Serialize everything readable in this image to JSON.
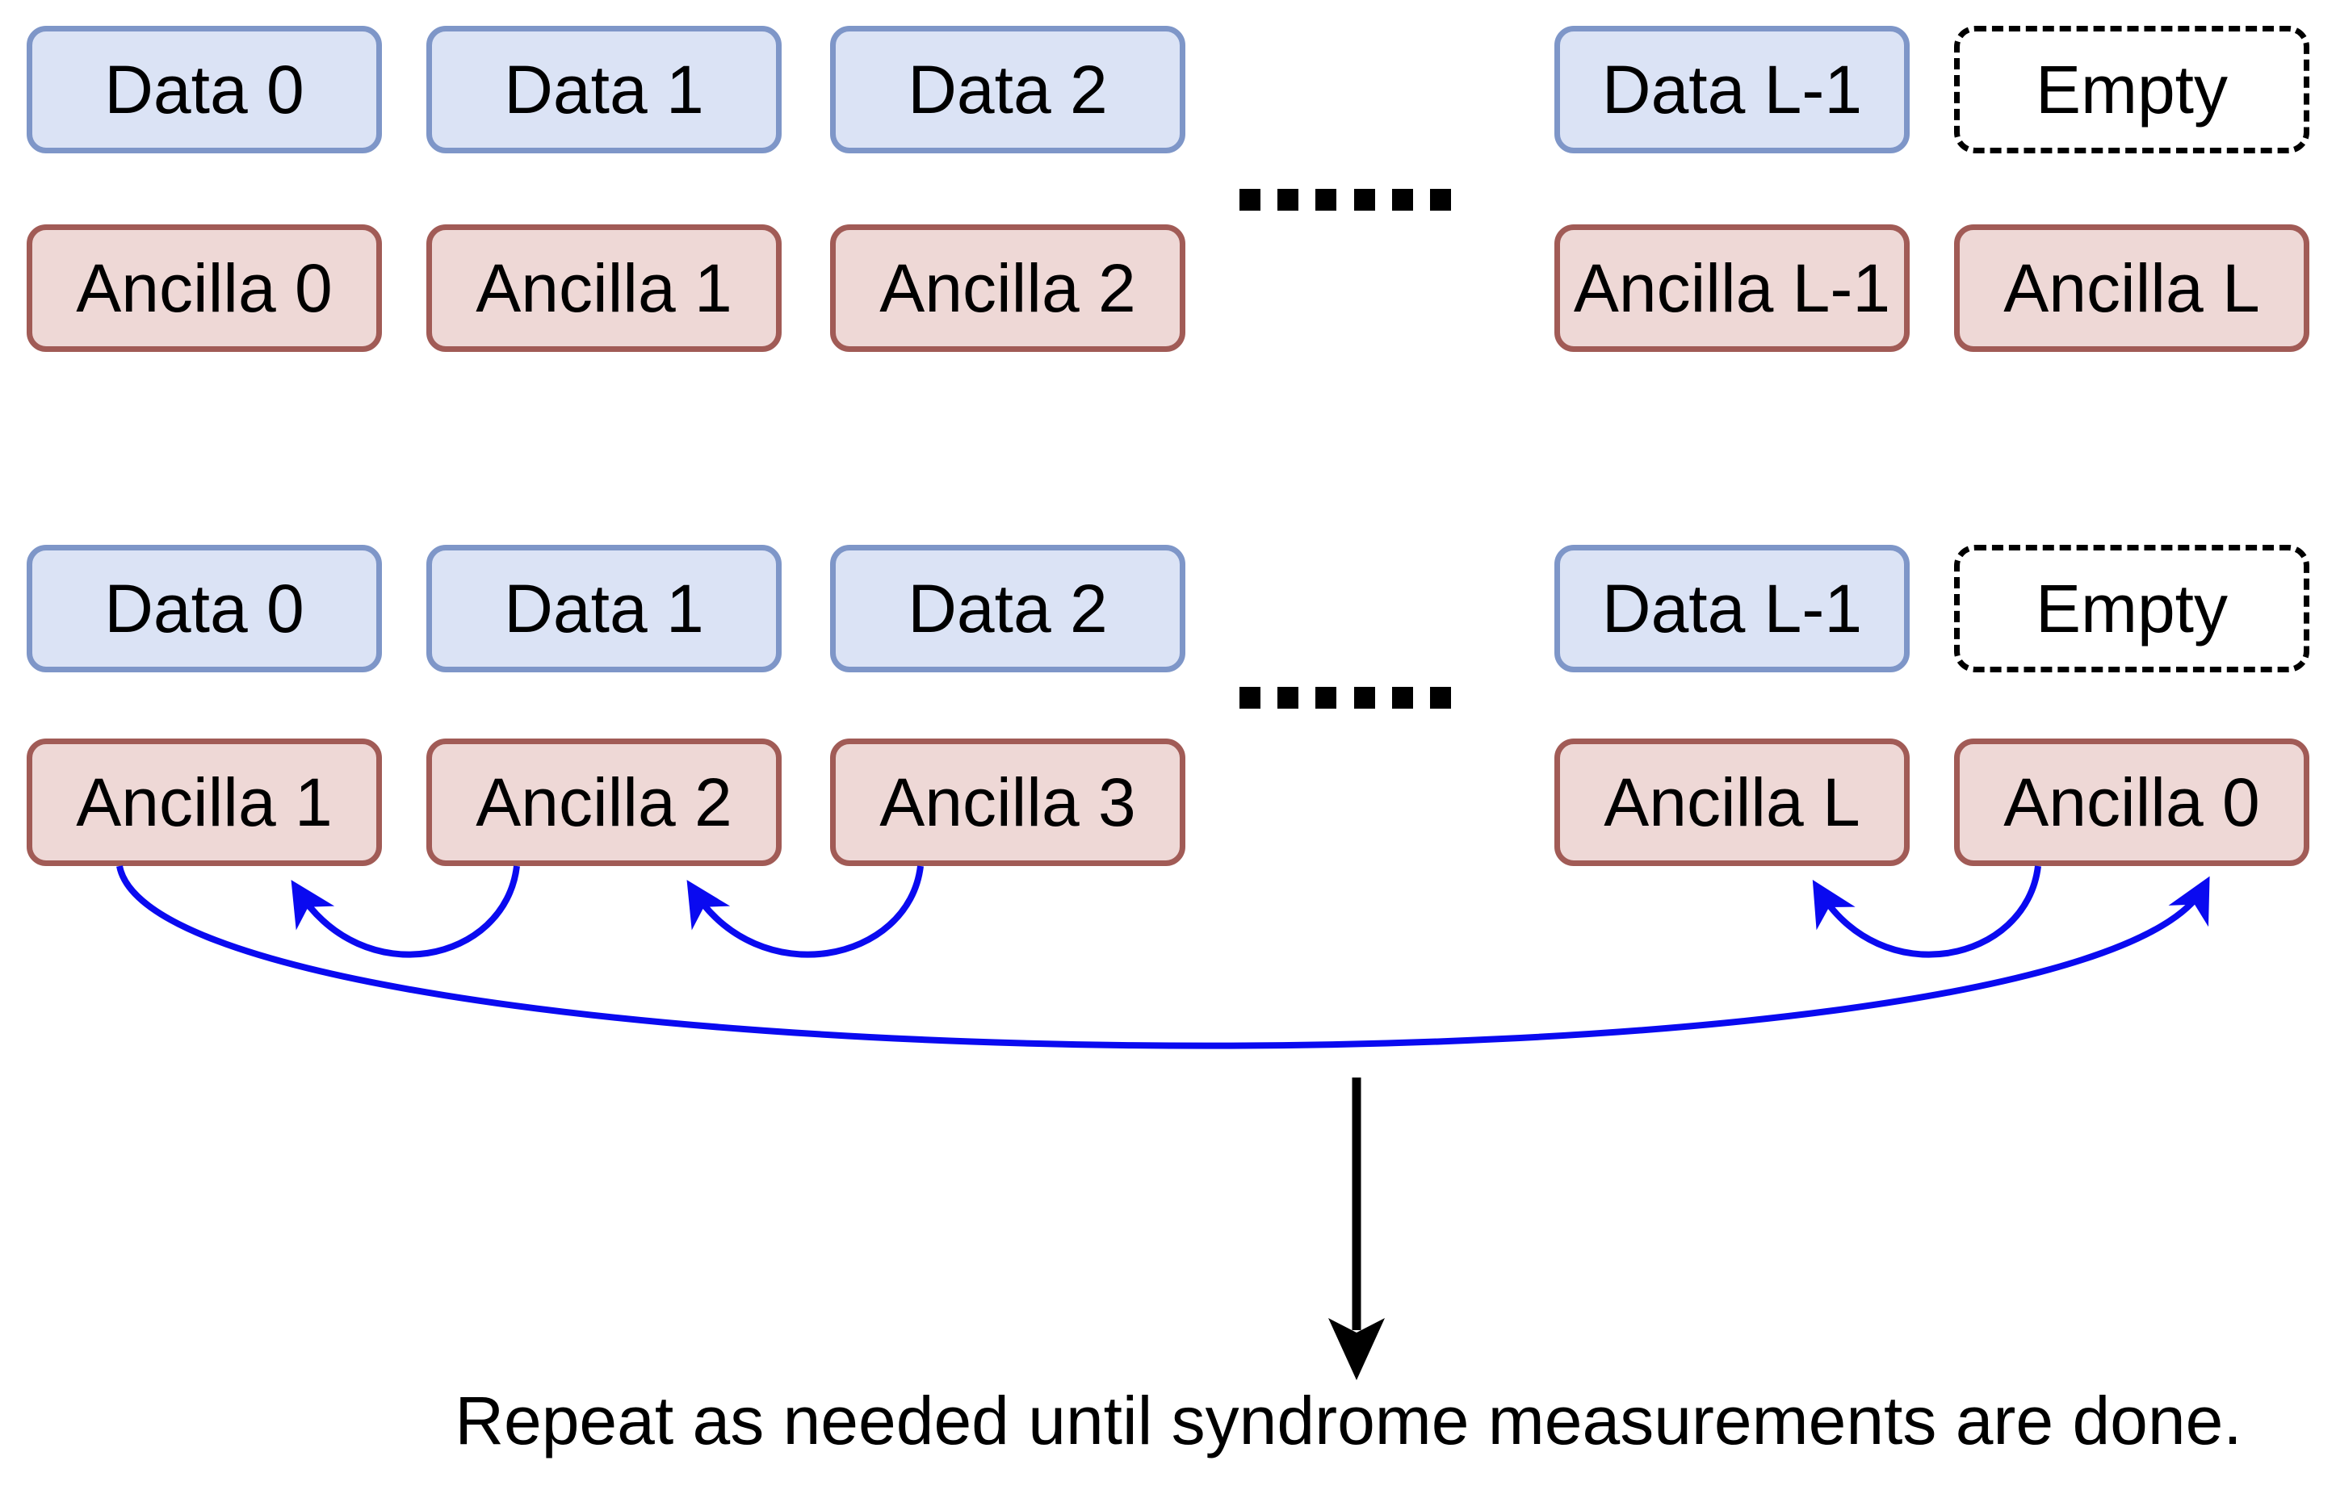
{
  "colors": {
    "data_fill": "#dbe3f5",
    "data_border": "#7e96c8",
    "ancilla_fill": "#eed8d6",
    "ancilla_border": "#a15b56",
    "swap_arrow_blue": "#0a0af0",
    "arrow_black": "#000000"
  },
  "group1": {
    "data": [
      "Data 0",
      "Data 1",
      "Data 2",
      "Data L-1"
    ],
    "empty": "Empty",
    "ancilla": [
      "Ancilla 0",
      "Ancilla 1",
      "Ancilla 2",
      "Ancilla L-1",
      "Ancilla L"
    ],
    "ellipsis_dot_count": 6
  },
  "group2": {
    "data": [
      "Data 0",
      "Data 1",
      "Data 2",
      "Data L-1"
    ],
    "empty": "Empty",
    "ancilla": [
      "Ancilla 1",
      "Ancilla 2",
      "Ancilla 3",
      "Ancilla L",
      "Ancilla 0"
    ],
    "ellipsis_dot_count": 6
  },
  "caption": "Repeat as needed until syndrome measurements are done."
}
